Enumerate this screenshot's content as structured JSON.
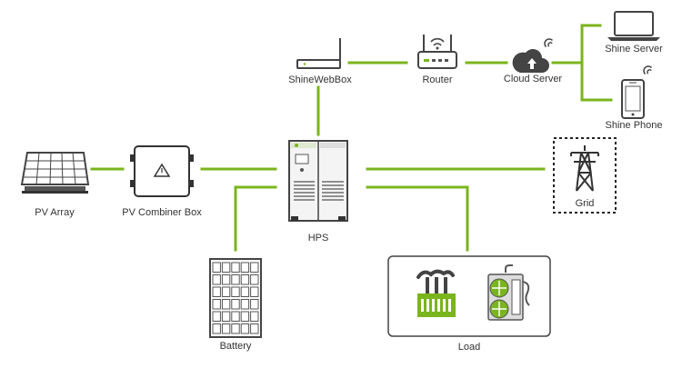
{
  "colors": {
    "connector": "#7ab51d",
    "icon": "#555555",
    "icon_dark": "#333333"
  },
  "nodes": {
    "pv_array": {
      "label": "PV Array",
      "icon": "solar-panel-icon"
    },
    "combiner": {
      "label": "PV Combiner Box",
      "icon": "combiner-box-icon"
    },
    "hps": {
      "label": "HPS",
      "icon": "inverter-cabinet-icon"
    },
    "battery": {
      "label": "Battery",
      "icon": "battery-rack-icon"
    },
    "webbox": {
      "label": "ShineWebBox",
      "icon": "webbox-icon"
    },
    "router": {
      "label": "Router",
      "icon": "router-icon"
    },
    "cloud": {
      "label": "Cloud Server",
      "icon": "cloud-upload-icon"
    },
    "shine_server": {
      "label": "Shine Server",
      "icon": "laptop-icon"
    },
    "shine_phone": {
      "label": "Shine Phone",
      "icon": "phone-icon"
    },
    "grid": {
      "label": "Grid",
      "icon": "transmission-tower-icon"
    },
    "load": {
      "label": "Load",
      "icon": "factory-icon"
    }
  }
}
